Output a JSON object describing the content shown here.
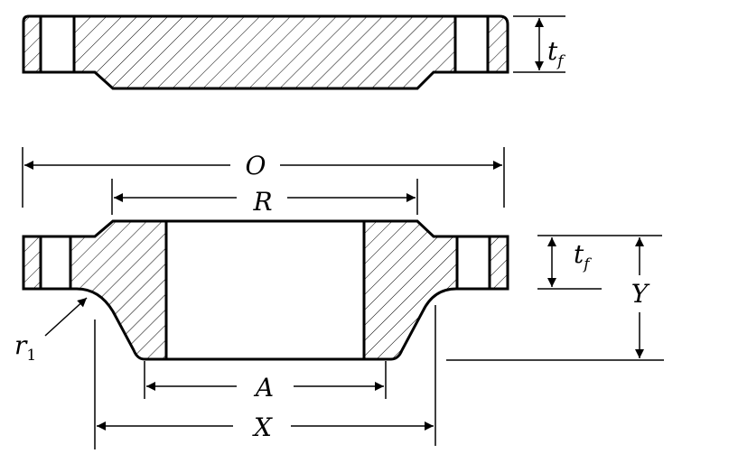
{
  "labels": {
    "tf_top": "t",
    "tf_top_sub": "f",
    "O": "O",
    "R": "R",
    "tf_mid": "t",
    "tf_mid_sub": "f",
    "Y": "Y",
    "r1": "r",
    "r1_sub": "1",
    "A": "A",
    "X": "X"
  }
}
